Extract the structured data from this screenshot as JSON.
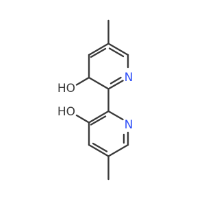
{
  "molecule": {
    "upper_ring": {
      "nitrogen_label": "N",
      "hydroxyl_label": "HO"
    },
    "lower_ring": {
      "nitrogen_label": "N",
      "hydroxyl_label": "HO"
    }
  },
  "colors": {
    "bond": "#3a3a3a",
    "nitrogen": "#3050f8",
    "oxygen_hydrogen": "#3a3a3a",
    "background": "#ffffff"
  }
}
